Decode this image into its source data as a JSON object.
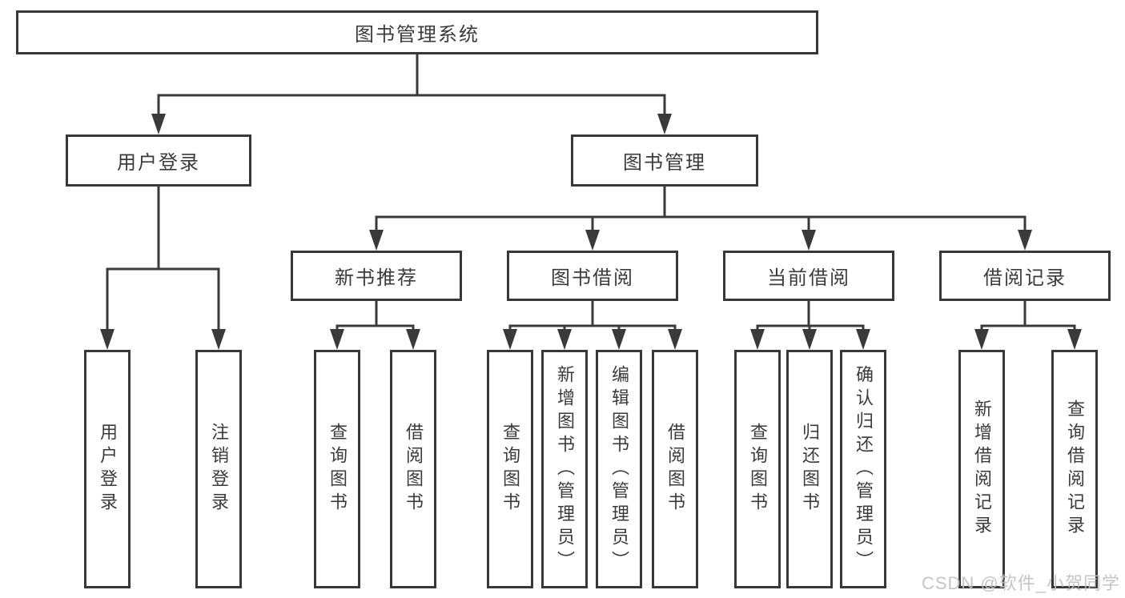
{
  "tree": {
    "label": "图书管理系统",
    "children": [
      {
        "label": "用户登录",
        "children": [
          {
            "label": "用户登录"
          },
          {
            "label": "注销登录"
          }
        ]
      },
      {
        "label": "图书管理",
        "children": [
          {
            "label": "新书推荐",
            "children": [
              {
                "label": "查询图书"
              },
              {
                "label": "借阅图书"
              }
            ]
          },
          {
            "label": "图书借阅",
            "children": [
              {
                "label": "查询图书"
              },
              {
                "label": "新增图书（管理员）"
              },
              {
                "label": "编辑图书（管理员）"
              },
              {
                "label": "借阅图书"
              }
            ]
          },
          {
            "label": "当前借阅",
            "children": [
              {
                "label": "查询图书"
              },
              {
                "label": "归还图书"
              },
              {
                "label": "确认归还（管理员）"
              }
            ]
          },
          {
            "label": "借阅记录",
            "children": [
              {
                "label": "新增借阅记录"
              },
              {
                "label": "查询借阅记录"
              }
            ]
          }
        ]
      }
    ]
  },
  "watermark": "CSDN @软件_小贺同学",
  "colors": {
    "line": "#3a3a3a",
    "border": "#383838",
    "text": "#3b3b3b",
    "watermark": "#bfbfbf",
    "background": "#ffffff"
  }
}
